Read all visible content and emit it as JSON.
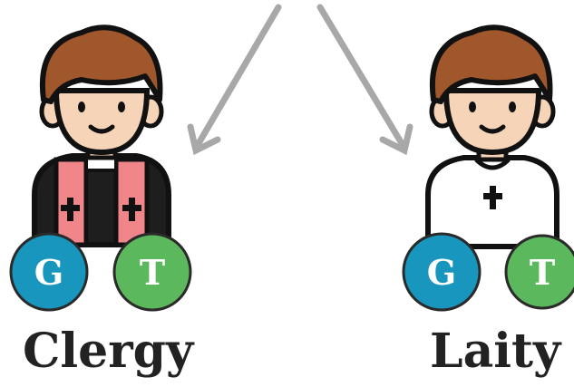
{
  "figures": {
    "left": {
      "label": "Clergy",
      "badges": [
        "G",
        "T"
      ]
    },
    "right": {
      "label": "Laity",
      "badges": [
        "G",
        "T"
      ]
    }
  },
  "colors": {
    "arrow": "#a8a8a8",
    "hair": "#a0572b",
    "skin": "#f5d4b8",
    "outline": "#111111",
    "stole": "#f0868a",
    "robe": "#1e1e1e",
    "shirt": "#ffffff",
    "badge_g": "#1996bd",
    "badge_t": "#5cb85c",
    "label_text": "#222222"
  },
  "icons": [
    "arrow-left-down",
    "arrow-right-down",
    "clergy-avatar-icon",
    "laity-avatar-icon",
    "cross-icon"
  ]
}
